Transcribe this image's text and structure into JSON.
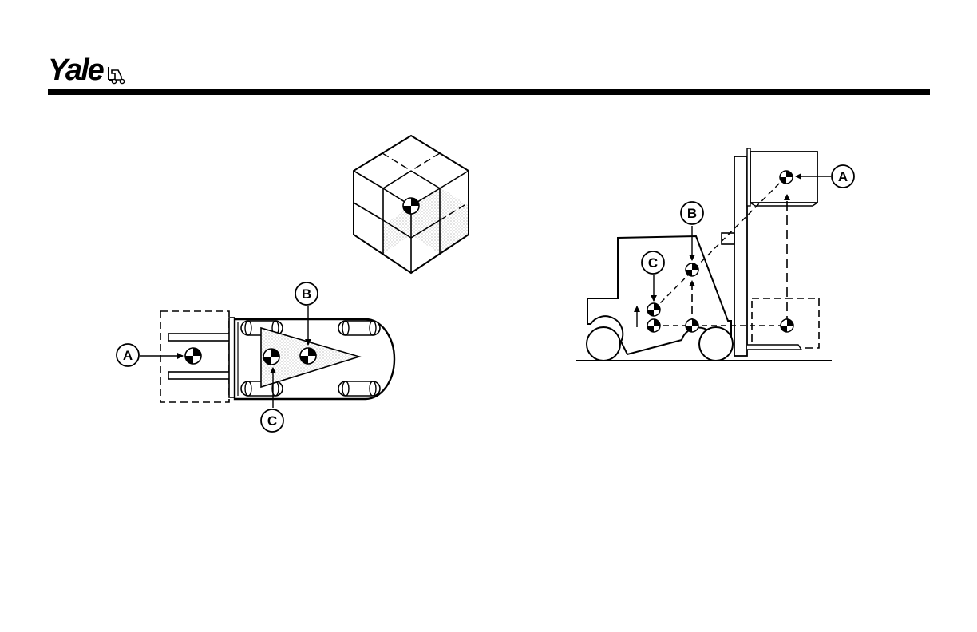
{
  "brand": {
    "name": "Yale"
  },
  "figure_left": {
    "labels": {
      "a": "A",
      "b": "B",
      "c": "C"
    }
  },
  "figure_right": {
    "labels": {
      "a": "A",
      "b": "B",
      "c": "C"
    }
  }
}
